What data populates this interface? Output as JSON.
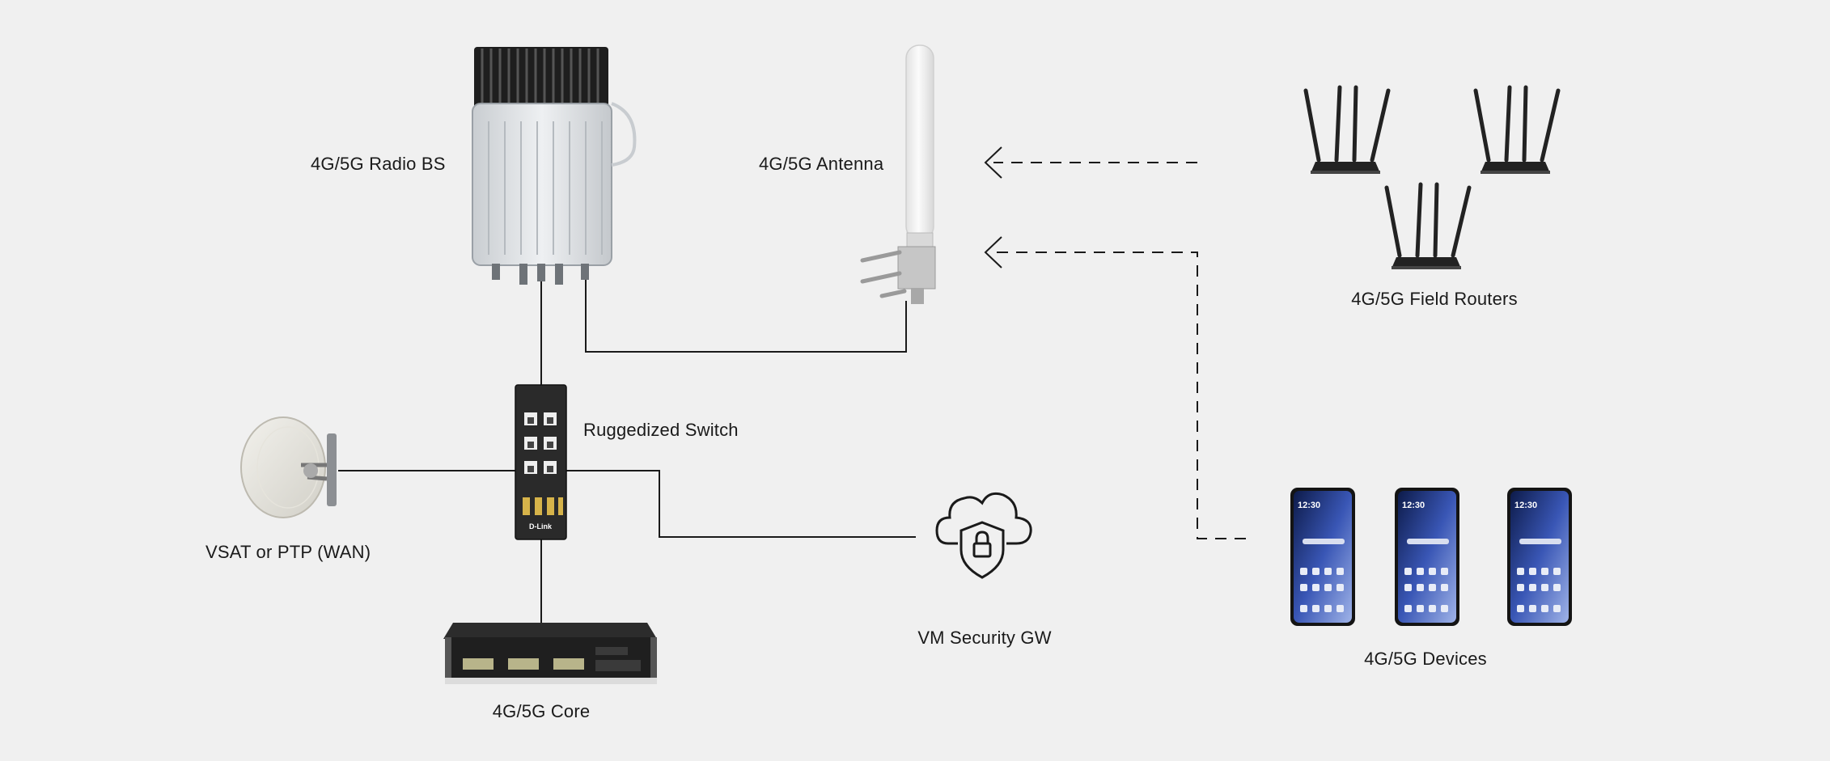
{
  "labels": {
    "radio_bs": "4G/5G Radio BS",
    "antenna": "4G/5G Antenna",
    "field_routers": "4G/5G Field Routers",
    "switch": "Ruggedized Switch",
    "wan": "VSAT or PTP (WAN)",
    "core": "4G/5G Core",
    "security_gw": "VM Security GW",
    "devices": "4G/5G Devices"
  },
  "device_text": {
    "switch_brand": "D-Link",
    "phone_time": "12:30"
  },
  "colors": {
    "background": "#f0f0f0",
    "line": "#1a1a1a",
    "radio_body": "#dcdfe2",
    "heatsink": "#1e1e1e",
    "antenna": "#f4f4f4",
    "switch_body": "#2a2a2a",
    "router": "#222222",
    "phone_screen": "#2b3f8a"
  },
  "icons": {
    "radio_bs": "radio-base-station-icon",
    "antenna": "omni-antenna-icon",
    "switch": "ethernet-switch-icon",
    "wan": "satellite-dish-icon",
    "core": "rack-server-icon",
    "security_gw": "cloud-shield-lock-icon",
    "routers": "wifi-router-icon",
    "devices": "smartphone-icon"
  }
}
